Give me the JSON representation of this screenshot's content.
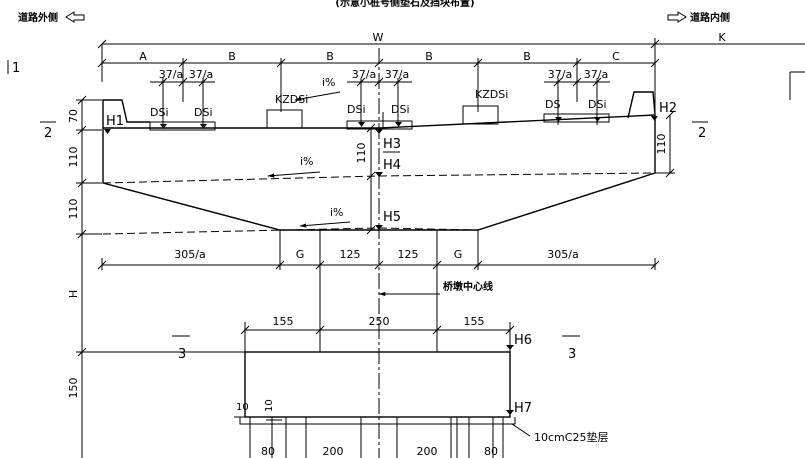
{
  "header": {
    "note": "(示意小桩号侧垫石及挡块布置)",
    "outer_side": "道路外侧",
    "inner_side": "道路内侧"
  },
  "section_marks": {
    "one": "1",
    "two": "2",
    "three": "3"
  },
  "dims_top": {
    "W": "W",
    "K": "K",
    "A": "A",
    "B": "B",
    "C": "C",
    "s37a": "37/a"
  },
  "bearings": {
    "DS": "DS",
    "DSi": "DSi",
    "KZDSi": "KZDSi"
  },
  "slopes": {
    "i": "i%"
  },
  "heights": {
    "H1": "H1",
    "H2": "H2",
    "H3": "H3",
    "H4": "H4",
    "H5": "H5",
    "H6": "H6",
    "H7": "H7",
    "H": "H"
  },
  "vertical_dims": {
    "d70": "70",
    "d110": "110",
    "d150": "150",
    "d10": "10"
  },
  "dims_mid": {
    "s305a": "305/a",
    "G": "G",
    "d125": "125"
  },
  "dims_pier": {
    "d155": "155",
    "d250": "250"
  },
  "dims_bottom": {
    "d80": "80",
    "d200": "200"
  },
  "labels": {
    "bridge_center": "桥墩中心线",
    "cushion": "10cmC25垫层"
  }
}
